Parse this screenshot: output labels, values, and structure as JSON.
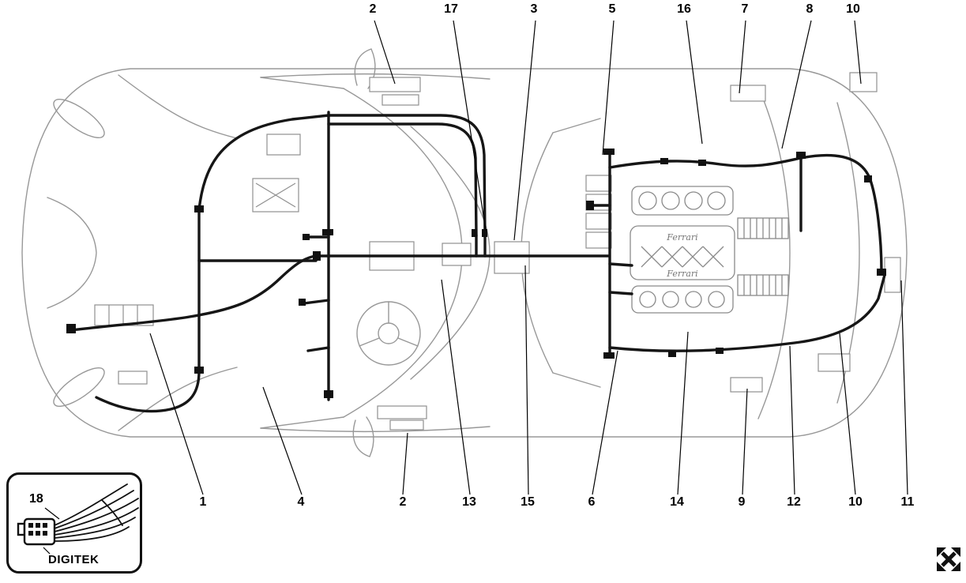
{
  "diagram": {
    "type": "car-wiring-harness-diagram",
    "top_callouts": [
      "2",
      "17",
      "3",
      "5",
      "16",
      "7",
      "8",
      "10"
    ],
    "bottom_callouts": [
      "1",
      "4",
      "2",
      "13",
      "15",
      "6",
      "14",
      "9",
      "12",
      "10",
      "11"
    ],
    "engine_labels": [
      "Ferrari",
      "Ferrari"
    ],
    "inset": {
      "callout": "18",
      "brand": "DIGITEK"
    },
    "icons": {
      "pan": "expand-arrows-icon"
    }
  },
  "colors": {
    "background": "#ffffff",
    "body_line": "#989898",
    "harness": "#161616",
    "callout_text": "#000000"
  }
}
